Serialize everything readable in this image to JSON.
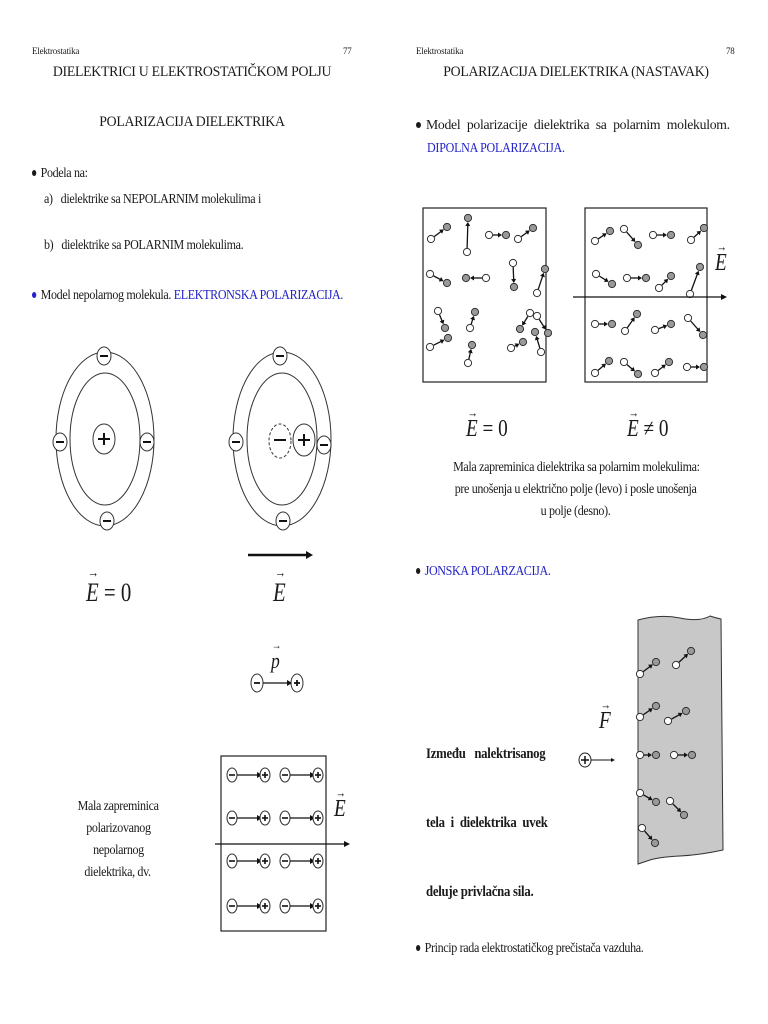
{
  "left_page": {
    "header": {
      "section": "Elektrostatika",
      "page_number": "77"
    },
    "title": "DIELEKTRICI U ELEKTROSTATIČKOM POLJU",
    "subtitle": "POLARIZACIJA DIELEKTRIKA",
    "division_intro": "Podela na:",
    "division_items": [
      {
        "marker": "a)",
        "text": "dielektrike sa NEPOLARNIM molekulima i"
      },
      {
        "marker": "b)",
        "text": "dielektrike sa POLARNIM molekulima."
      }
    ],
    "model_line": {
      "text": "Model nepolarnog molekula. ",
      "highlight": "ELEKTRONSKA POLARIZACIJA."
    },
    "atom_left_label": {
      "vector": "E",
      "rest": "= 0"
    },
    "atom_right_label": {
      "vector": "E"
    },
    "dipole_label": "p",
    "caption_lines": [
      "Mala zapreminica",
      "polarizovanog",
      "nepolarnog",
      "dielektrika, dv."
    ],
    "field_label": "E"
  },
  "right_page": {
    "header": {
      "section": "Elektrostatika",
      "page_number": "78"
    },
    "title": "POLARIZACIJA DIELEKTRIKA (NASTAVAK)",
    "model_line": {
      "text": "Model polarizacije dielektrika sa polarnim molekulom.",
      "highlight": "DIPOLNA POLARIZACIJA."
    },
    "field_label": "E",
    "left_box_label": {
      "vector": "E",
      "rest": "= 0"
    },
    "right_box_label": {
      "vector": "E",
      "rest": "≠ 0"
    },
    "caption_lines": [
      "Mala zapreminica dielektrika sa polarnim molekulima:",
      "pre unošenja u električno polje (levo) i posle unošenja",
      "u polje (desno)."
    ],
    "ionic_heading": "JONSKA POLARZACIJA.",
    "force_text_lines": [
      "Između   nalektrisanog",
      "tela  i  dielektrika  uvek",
      "deluje privlačna sila."
    ],
    "force_label": "F",
    "last_bullet": "Princip rada elektrostatičkog prečistača vazduha."
  },
  "colors": {
    "text": "#1a1a1a",
    "highlight_blue": "#2323c8",
    "dielectric_gray": "#c8c8c8"
  }
}
